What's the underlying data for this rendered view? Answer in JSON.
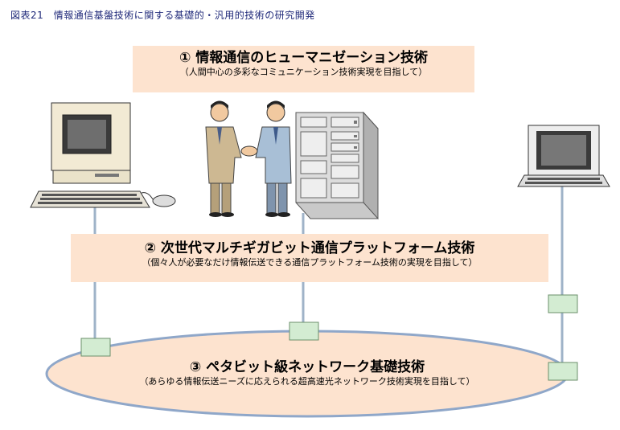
{
  "caption": "図表21　情報通信基盤技術に関する基礎的・汎用的技術の研究開発",
  "topics": [
    {
      "title": "① 情報通信のヒューマニゼーション技術",
      "subtitle": "（人間中心の多彩なコミュニケーション技術実現を目指して）"
    },
    {
      "title": "② 次世代マルチギガビット通信プラットフォーム技術",
      "subtitle": "（個々人が必要なだけ情報伝送できる通信プラットフォーム技術の実現を目指して）"
    },
    {
      "title": "③ ペタビット級ネットワーク基礎技術",
      "subtitle": "（あらゆる情報伝送ニーズに応えられる超高速光ネットワーク技術実現を目指して）"
    }
  ],
  "colors": {
    "box_fill": "#fde3cf",
    "ellipse_stroke": "#8fa7c9",
    "node_fill": "#d3ecd2",
    "line": "#9fb3c8",
    "caption": "#202a7a"
  },
  "icons": [
    "desktop-computer-icon",
    "handshake-people-icon",
    "server-rack-icon",
    "laptop-computer-icon"
  ]
}
